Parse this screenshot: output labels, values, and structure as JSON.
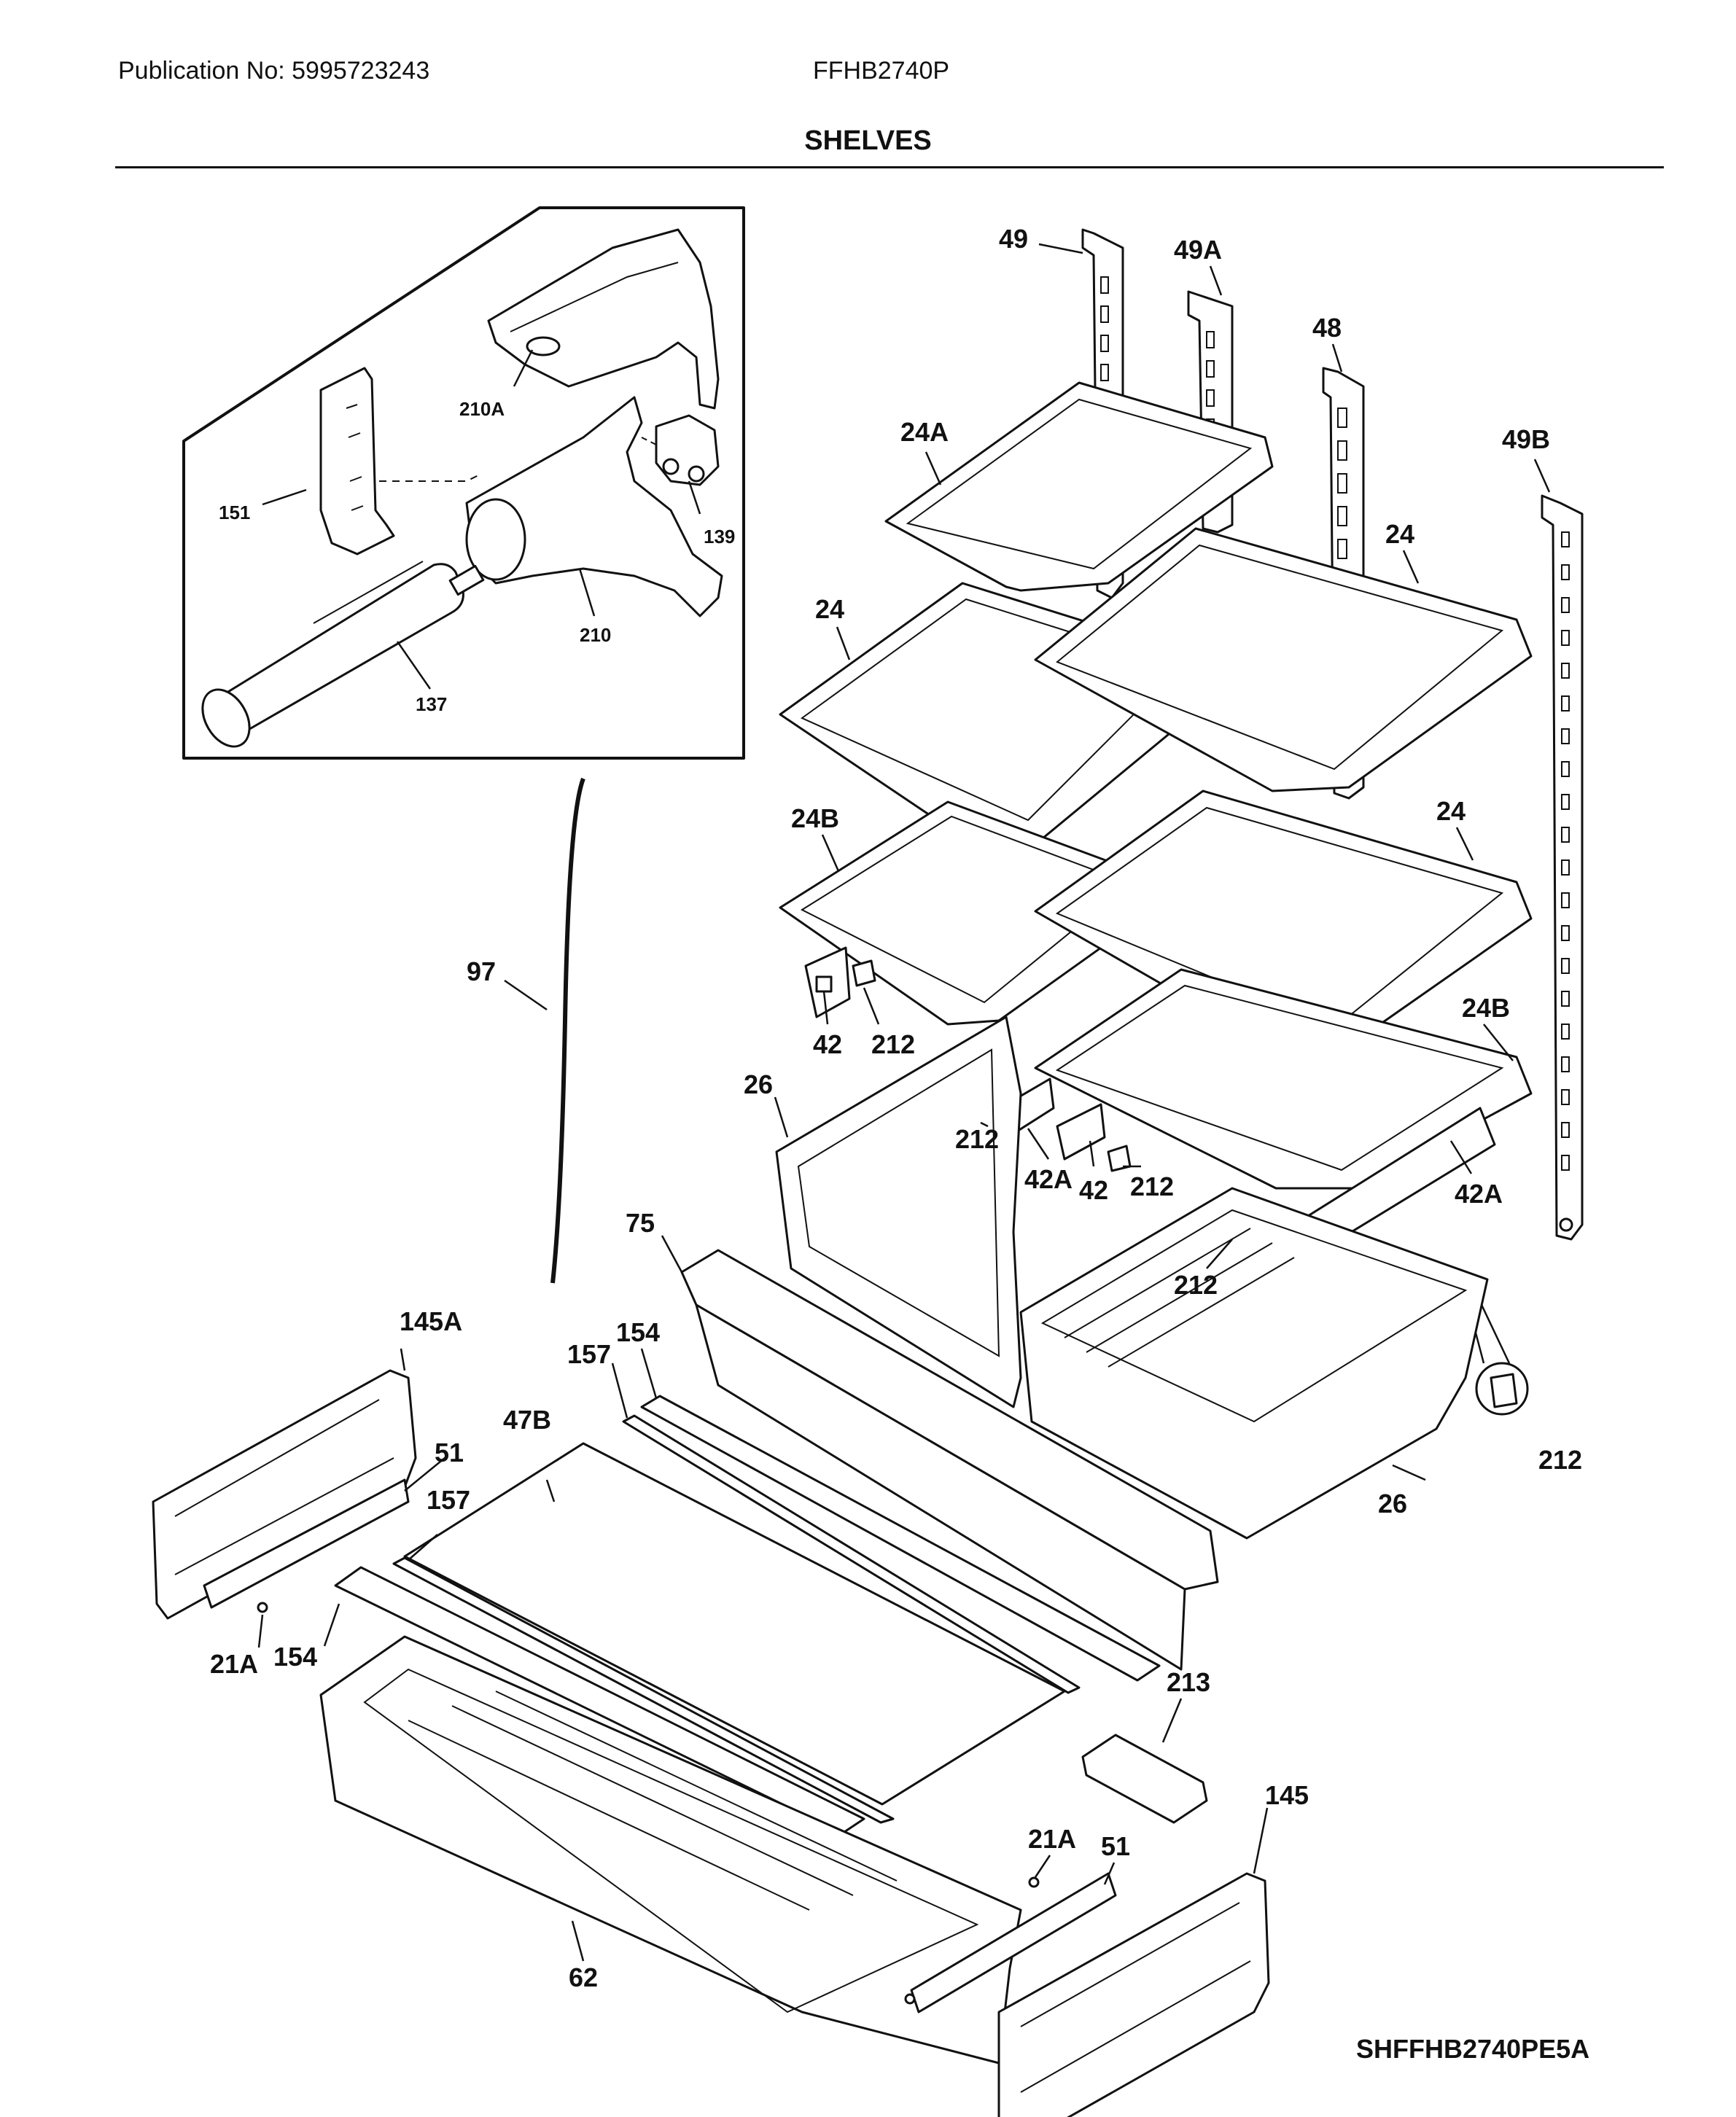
{
  "header": {
    "publication": "Publication No: 5995723243",
    "model": "FFHB2740P",
    "section_title": "SHELVES"
  },
  "footer": {
    "diagram_code": "SHFFHB2740PE5A"
  },
  "callouts": {
    "c49": "49",
    "c49a": "49A",
    "c48": "48",
    "c49b": "49B",
    "c24a": "24A",
    "c24_1": "24",
    "c24_2": "24",
    "c24_3": "24",
    "c24b_1": "24B",
    "c24b_2": "24B",
    "c210a": "210A",
    "c151": "151",
    "c139": "139",
    "c210": "210",
    "c137": "137",
    "c97": "97",
    "c42_1": "42",
    "c212_1": "212",
    "c26_1": "26",
    "c212_2": "212",
    "c42a_1": "42A",
    "c42_2": "42",
    "c212_3": "212",
    "c42a_2": "42A",
    "c212_4": "212",
    "c212_5": "212",
    "c26_2": "26",
    "c75": "75",
    "c154_1": "154",
    "c157_1": "157",
    "c145a": "145A",
    "c47b": "47B",
    "c51_1": "51",
    "c157_2": "157",
    "c21a_1": "21A",
    "c154_2": "154",
    "c213": "213",
    "c145": "145",
    "c21a_2": "21A",
    "c51_2": "51",
    "c62": "62"
  }
}
